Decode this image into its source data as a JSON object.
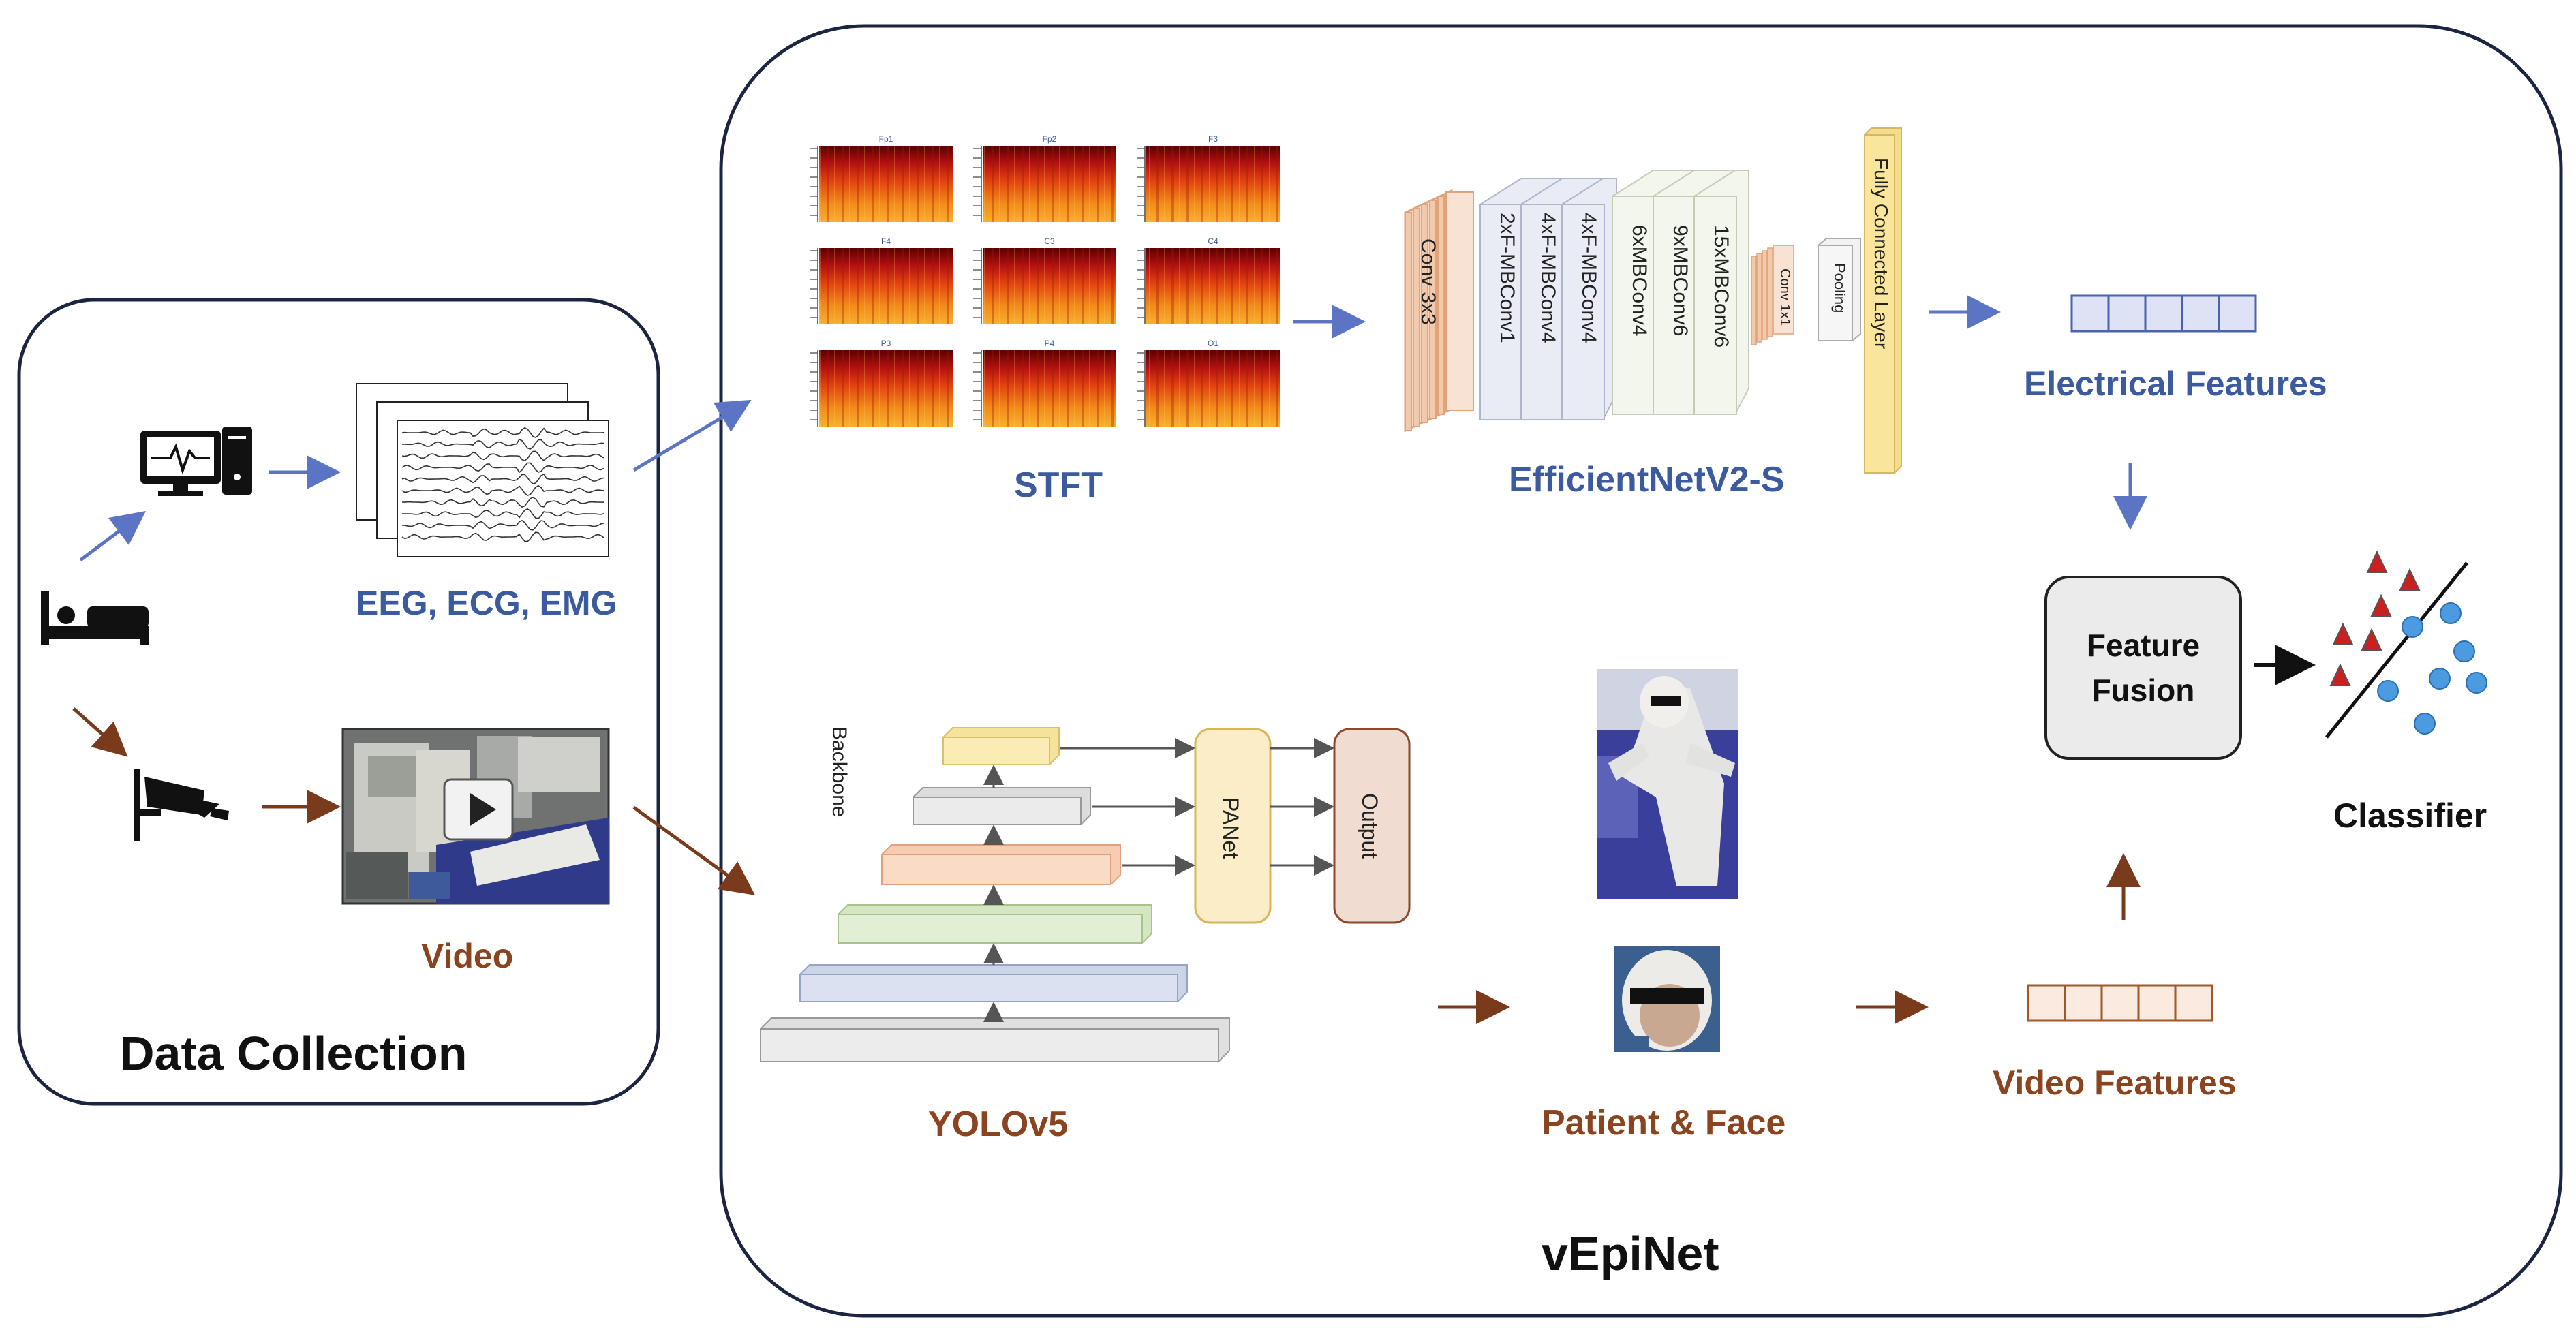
{
  "titles": {
    "data_collection": "Data Collection",
    "vepinet": "vEpiNet"
  },
  "labels": {
    "signals": "EEG, ECG, EMG",
    "video": "Video",
    "stft": "STFT",
    "efficientnet": "EfficientNetV2-S",
    "electrical_features": "Electrical Features",
    "feature_fusion_line1": "Feature",
    "feature_fusion_line2": "Fusion",
    "classifier": "Classifier",
    "yolo": "YOLOv5",
    "patient_face": "Patient & Face",
    "video_features": "Video Features"
  },
  "spectrogram_channels": [
    "Fp1",
    "Fp2",
    "F3",
    "F4",
    "C3",
    "C4",
    "P3",
    "P4",
    "O1"
  ],
  "efficientnet_layers": {
    "conv3x3": "Conv 3x3",
    "mb1": "2xF-MBConv1",
    "mb2": "4xF-MBConv4",
    "mb3": "4xF-MBConv4",
    "mb4": "6xMBConv4",
    "mb5": "9xMBConv6",
    "mb6": "15xMBConv6",
    "conv1x1": "Conv 1x1",
    "pooling": "Pooling",
    "fc": "Fully Connected Layer"
  },
  "yolo_parts": {
    "backbone": "Backbone",
    "panet": "PANet",
    "output": "Output"
  },
  "colors": {
    "blue": "#3c5a9e",
    "brown": "#8a4420",
    "arrow_blue": "#5b74c4",
    "arrow_brown": "#7a3a1c",
    "triangle": "#cc1f1f",
    "circle": "#4c9be0"
  },
  "icons": {
    "bed": "bed-icon",
    "computer": "computer-monitor-icon",
    "camera": "security-camera-icon",
    "play": "play-icon"
  }
}
